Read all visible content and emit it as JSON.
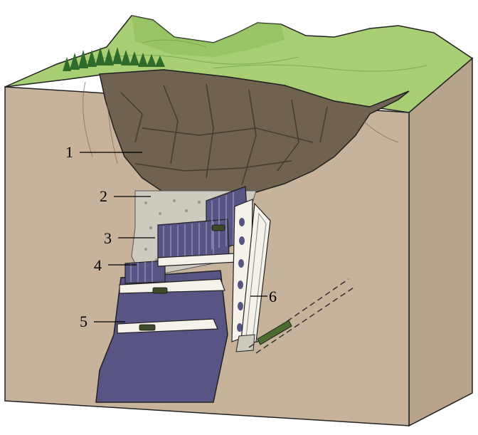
{
  "diagram": {
    "labels": [
      {
        "id": "1",
        "text": "1"
      },
      {
        "id": "2",
        "text": "2"
      },
      {
        "id": "3",
        "text": "3"
      },
      {
        "id": "4",
        "text": "4"
      },
      {
        "id": "5",
        "text": "5"
      },
      {
        "id": "6",
        "text": "6"
      }
    ]
  },
  "colors": {
    "ground_front": "#c7b29c",
    "ground_side": "#b8a38d",
    "grass": "#a9cf74",
    "grass_dark": "#8dbb5a",
    "cave_rock": "#6f6250",
    "ore_body": "#585483",
    "ore_stripes": "#8f8bb8",
    "broken_ore": "#cfcac0",
    "shaft": "#f5f2ea",
    "trees": "#2f6b2a",
    "outline": "#222222"
  }
}
